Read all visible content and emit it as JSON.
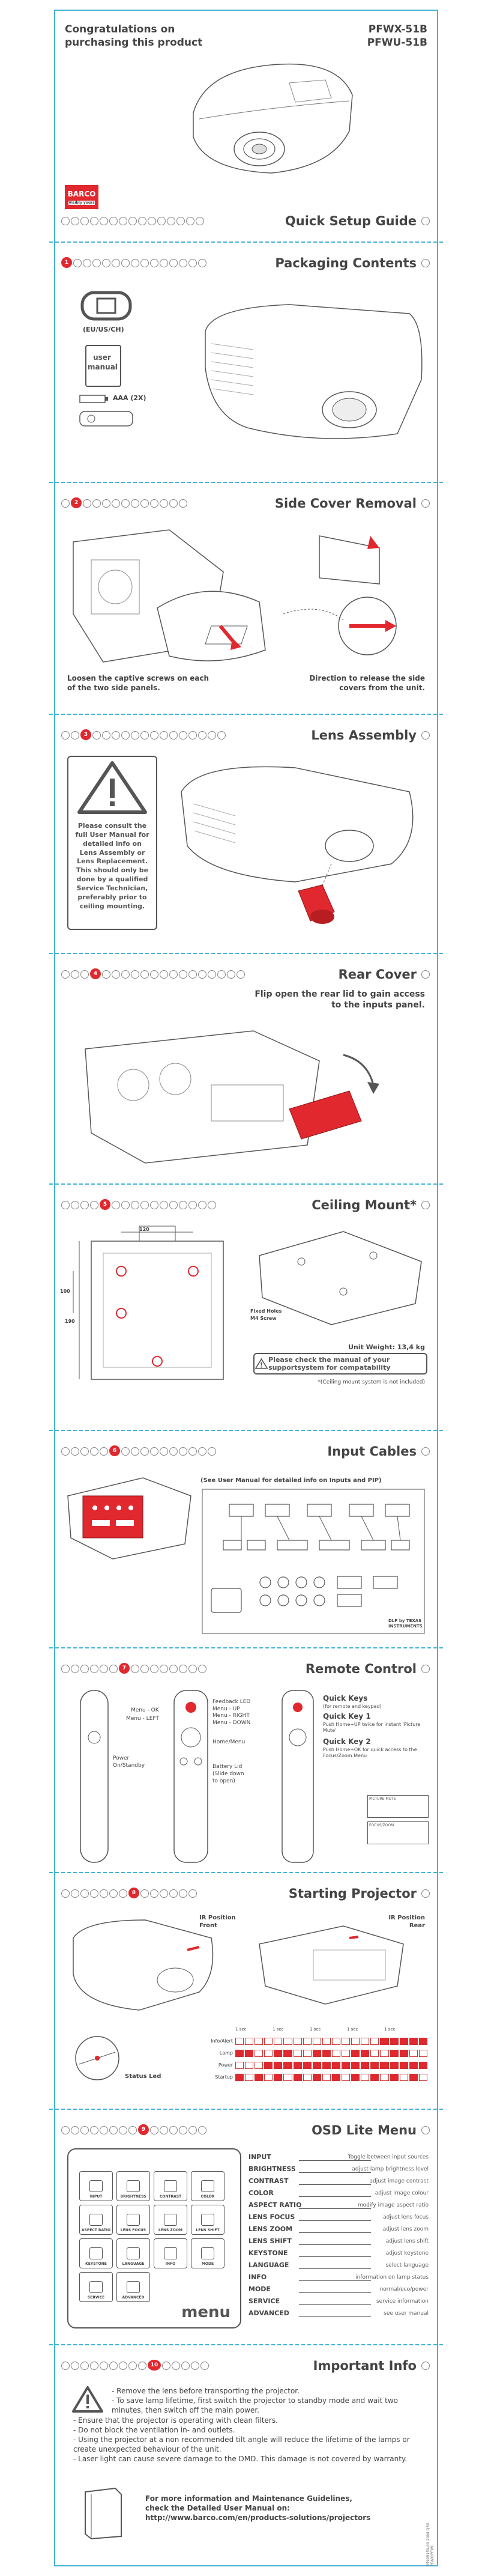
{
  "header": {
    "congrats": "Congratulations on purchasing this product",
    "model1": "PFWX-51B",
    "model2": "PFWU-51B",
    "brand": "BARCO",
    "brand_sub": "Visibly yours",
    "guide_title": "Quick Setup Guide"
  },
  "sections": {
    "s1": {
      "num": "1",
      "title": "Packaging Contents",
      "cord_label": "(EU/US/CH)",
      "manual_label": "user manual",
      "battery_label": "AAA (2X)"
    },
    "s2": {
      "num": "2",
      "title": "Side Cover Removal",
      "left_text": "Loosen the captive screws on each of the two side panels.",
      "right_text": "Direction to release the side covers from the unit."
    },
    "s3": {
      "num": "3",
      "title": "Lens Assembly",
      "warning": "Please consult the full User Manual for detailed info on Lens Assembly or Lens Replacement. This should only be done by a qualified Service Technician, preferably prior to ceiling mounting."
    },
    "s4": {
      "num": "4",
      "title": "Rear Cover",
      "text": "Flip open the rear lid to gain access to the inputs panel."
    },
    "s5": {
      "num": "5",
      "title": "Ceiling Mount*",
      "weight": "Unit Weight: 13,4 kg",
      "check": "Please check the manual of your supportsystem for compatability",
      "note": "*(Ceiling mount system is not included)",
      "dim1": "120",
      "dim2": "100",
      "dim3": "190",
      "dim4": "Fixed Holes",
      "dim5": "M4 Screw"
    },
    "s6": {
      "num": "6",
      "title": "Input Cables",
      "note": "(See User Manual for detailed info on Inputs and PIP)",
      "dlp": "DLP by TEXAS INSTRUMENTS"
    },
    "s7": {
      "num": "7",
      "title": "Remote Control",
      "left_labels": [
        "Menu - OK",
        "Menu - LEFT",
        "Power On/Standby"
      ],
      "mid_labels": [
        "Feedback LED",
        "Menu - UP",
        "Menu - RIGHT",
        "Menu - DOWN",
        "Home/Menu",
        "Battery Lid (Slide down to open)"
      ],
      "quick_keys": "Quick Keys",
      "quick_keys_sub": "(for remote and keypad)",
      "qk1": "Quick Key 1",
      "qk1_sub": "Push Home+UP twice for instant 'Picture Mute'",
      "qk2": "Quick Key 2",
      "qk2_sub": "Push Home+OK for quick access to the Focus/Zoom Menu",
      "osd_small_1": "PICTURE MUTE",
      "osd_small_2": "FOCUS/ZOOM"
    },
    "s8": {
      "num": "8",
      "title": "Starting Projector",
      "ir_front": "IR Position Front",
      "ir_rear": "IR Position Rear",
      "status_led": "Status Led",
      "timing_labels": [
        "Info/Alert",
        "Lamp",
        "Power",
        "Startup"
      ],
      "timing_markers": [
        "1 sec",
        "1 sec",
        "1 sec",
        "1 sec",
        "1 sec"
      ]
    },
    "s9": {
      "num": "9",
      "title": "OSD Lite Menu",
      "menu_label": "menu",
      "icons": [
        "INPUT",
        "BRIGHTNESS",
        "CONTRAST",
        "COLOR",
        "ASPECT RATIO",
        "LENS FOCUS",
        "LENS ZOOM",
        "LENS SHIFT",
        "KEYSTONE",
        "LANGUAGE",
        "INFO",
        "MODE",
        "SERVICE",
        "ADVANCED"
      ],
      "items": [
        {
          "k": "INPUT",
          "v": "Toggle between input sources"
        },
        {
          "k": "BRIGHTNESS",
          "v": "adjust lamp brightness level"
        },
        {
          "k": "CONTRAST",
          "v": "adjust image contrast"
        },
        {
          "k": "COLOR",
          "v": "adjust image colour"
        },
        {
          "k": "ASPECT RATIO",
          "v": "modify image aspect ratio"
        },
        {
          "k": "LENS FOCUS",
          "v": "adjust lens focus"
        },
        {
          "k": "LENS ZOOM",
          "v": "adjust lens zoom"
        },
        {
          "k": "LENS SHIFT",
          "v": "adjust lens shift"
        },
        {
          "k": "KEYSTONE",
          "v": "adjust keystone"
        },
        {
          "k": "LANGUAGE",
          "v": "select language"
        },
        {
          "k": "INFO",
          "v": "information on lamp status"
        },
        {
          "k": "MODE",
          "v": "normal/eco/power"
        },
        {
          "k": "SERVICE",
          "v": "service information"
        },
        {
          "k": "ADVANCED",
          "v": "see user manual"
        }
      ]
    },
    "s10": {
      "num": "10",
      "title": "Important Info",
      "bullets": [
        "- Remove the lens before transporting the projector.",
        "- To save lamp lifetime, first switch the projector to standby mode and wait two minutes, then switch off the main power.",
        "- Ensure that the projector is operating with clean filters.",
        "- Do not block the ventilation in- and outlets.",
        "- Using the projector at a non recommended tilt angle will reduce the lifetime of the lamps or create unexpected behaviour of the unit.",
        "- Laser light can cause severe damage to the DMD. This damage is not covered by warranty."
      ],
      "more1": "For more information and Maintenance Guidelines,",
      "more2": "check the Detailed User Manual on:",
      "url": "http://www.barco.com/en/products-solutions/projectors",
      "doc_code": "R5905159-00 2008 QSG PFWX/PFWU"
    }
  }
}
